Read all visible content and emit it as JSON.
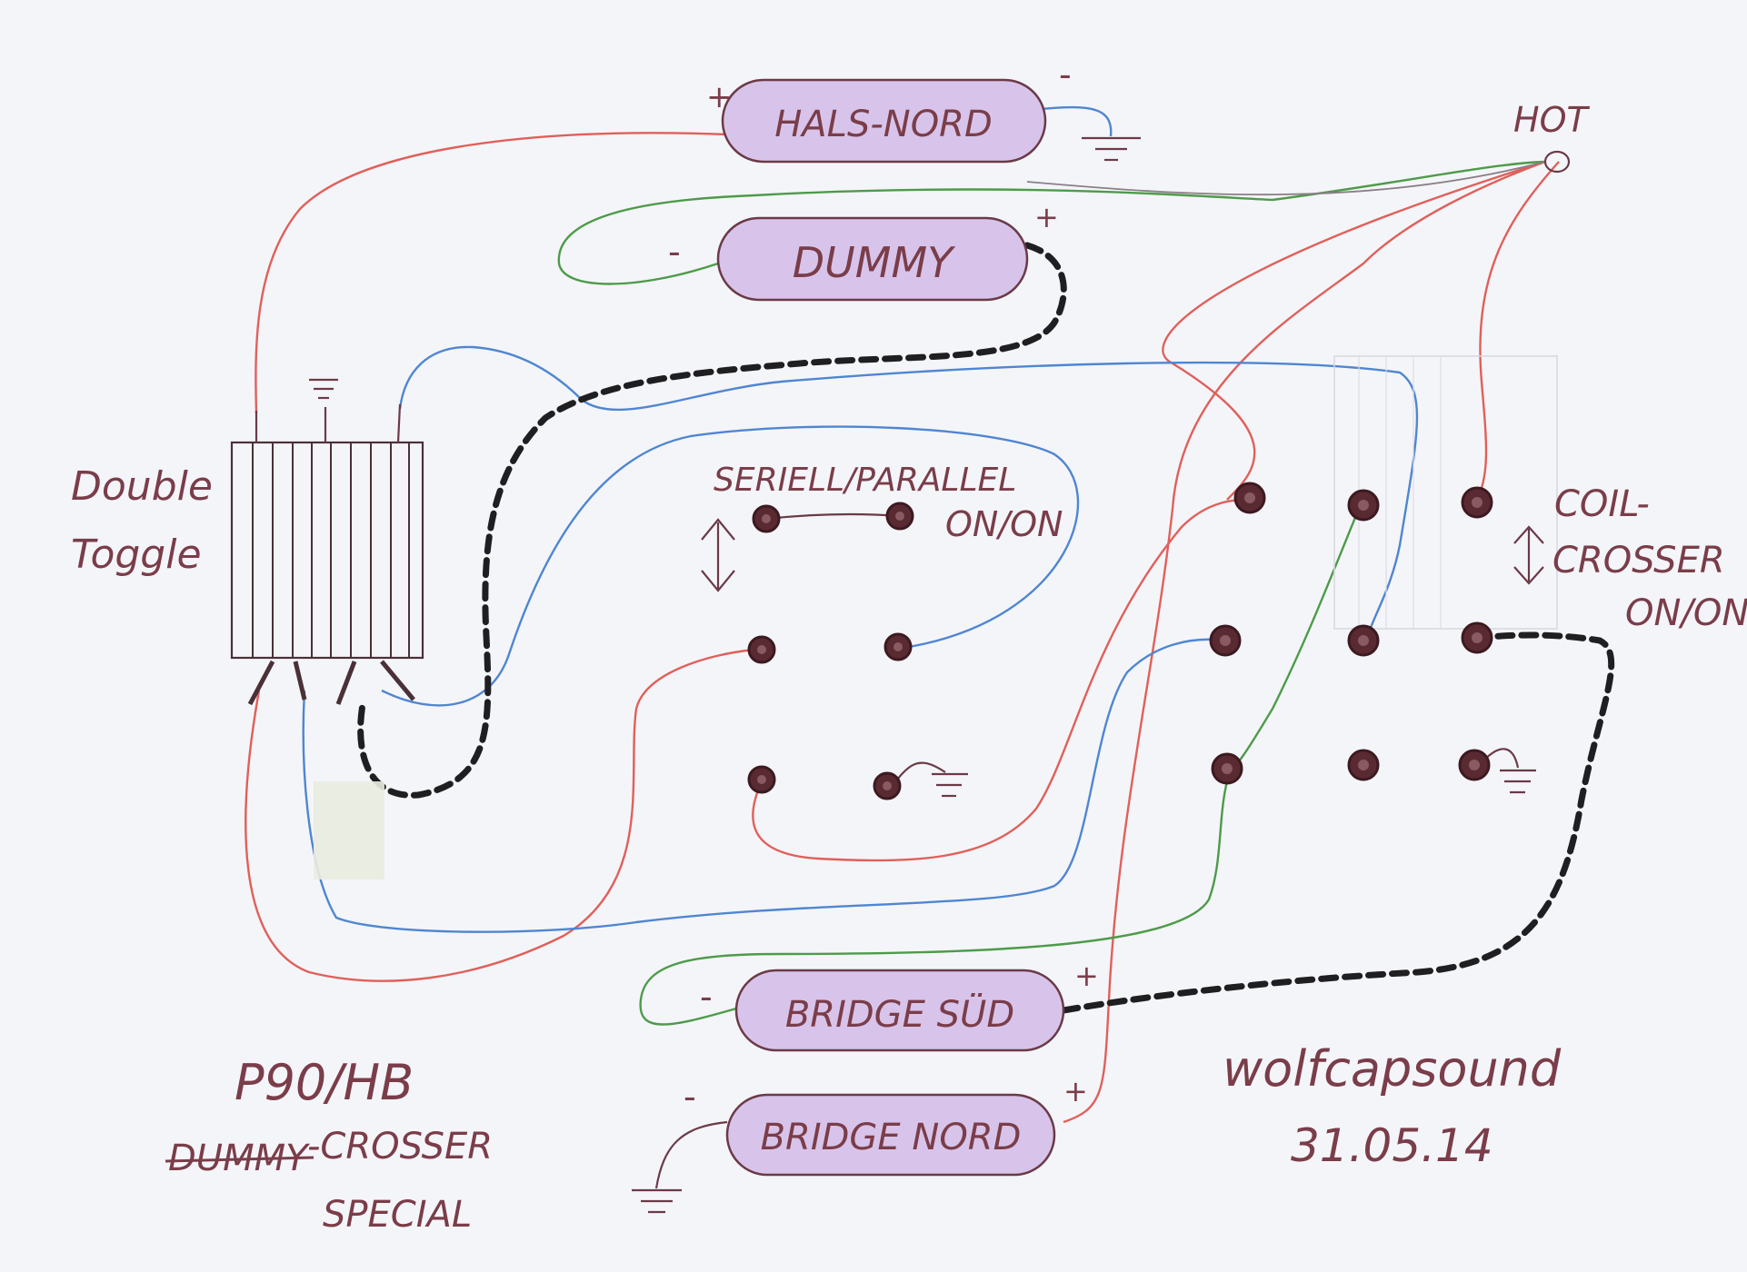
{
  "pickups": {
    "neck_north": "HALS-NORD",
    "dummy": "DUMMY",
    "bridge_south": "BRIDGE SÜD",
    "bridge_north": "BRIDGE NORD"
  },
  "polarity": {
    "plus": "+",
    "minus": "-"
  },
  "labels": {
    "hot": "HOT",
    "toggle_line1": "Double",
    "toggle_line2": "Toggle",
    "series_parallel": "SERIELL/PARALLEL",
    "on_on": "ON/ON",
    "coil_line1": "COIL-",
    "coil_line2": "CROSSER",
    "coil_line3": "ON/ON",
    "title_line1": "P90/HB",
    "title_line2_struck": "DUMMY",
    "title_line2_rest": "-CROSSER",
    "title_line3": "SPECIAL",
    "signature": "wolfcapsound",
    "date": "31.05.14"
  },
  "colors": {
    "red_wire": "#e0605a",
    "blue_wire": "#4f86d1",
    "green_wire": "#4d9b49",
    "shielded_wire": "#1f1f22",
    "pickup_fill": "#d8c4ea",
    "ink": "#7a3d49"
  }
}
